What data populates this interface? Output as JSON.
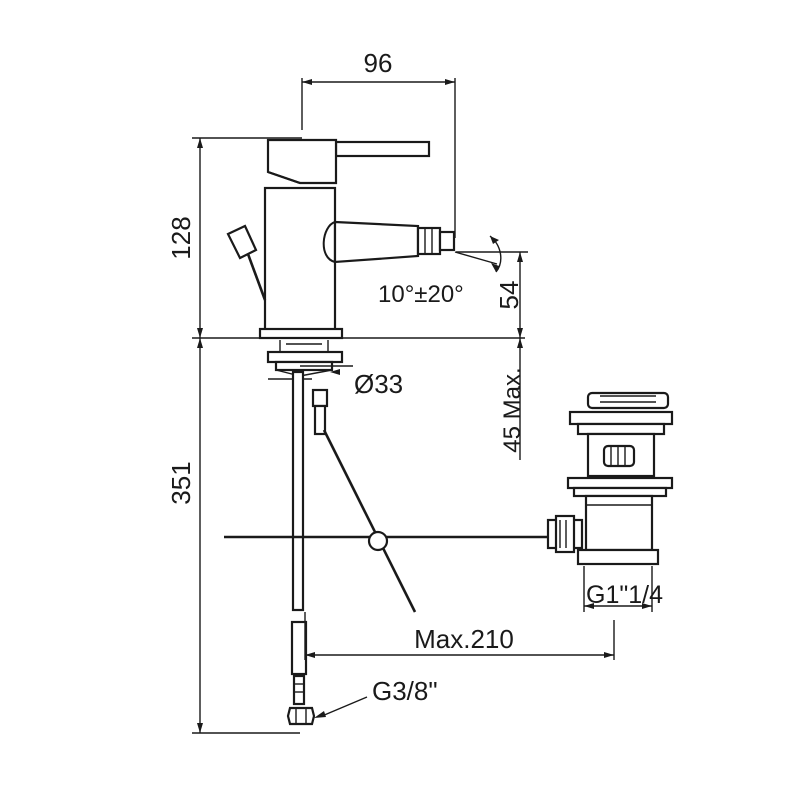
{
  "dimensions": {
    "spout_reach": "96",
    "body_height": "128",
    "spout_height": "54",
    "tilt_angle": "10°±20°",
    "hole_diameter": "Ø33",
    "deck_thickness": "45 Max.",
    "overall_height": "351",
    "waste_thread": "G1\"1/4",
    "rod_length": "Max.210",
    "hose_thread": "G3/8\""
  }
}
